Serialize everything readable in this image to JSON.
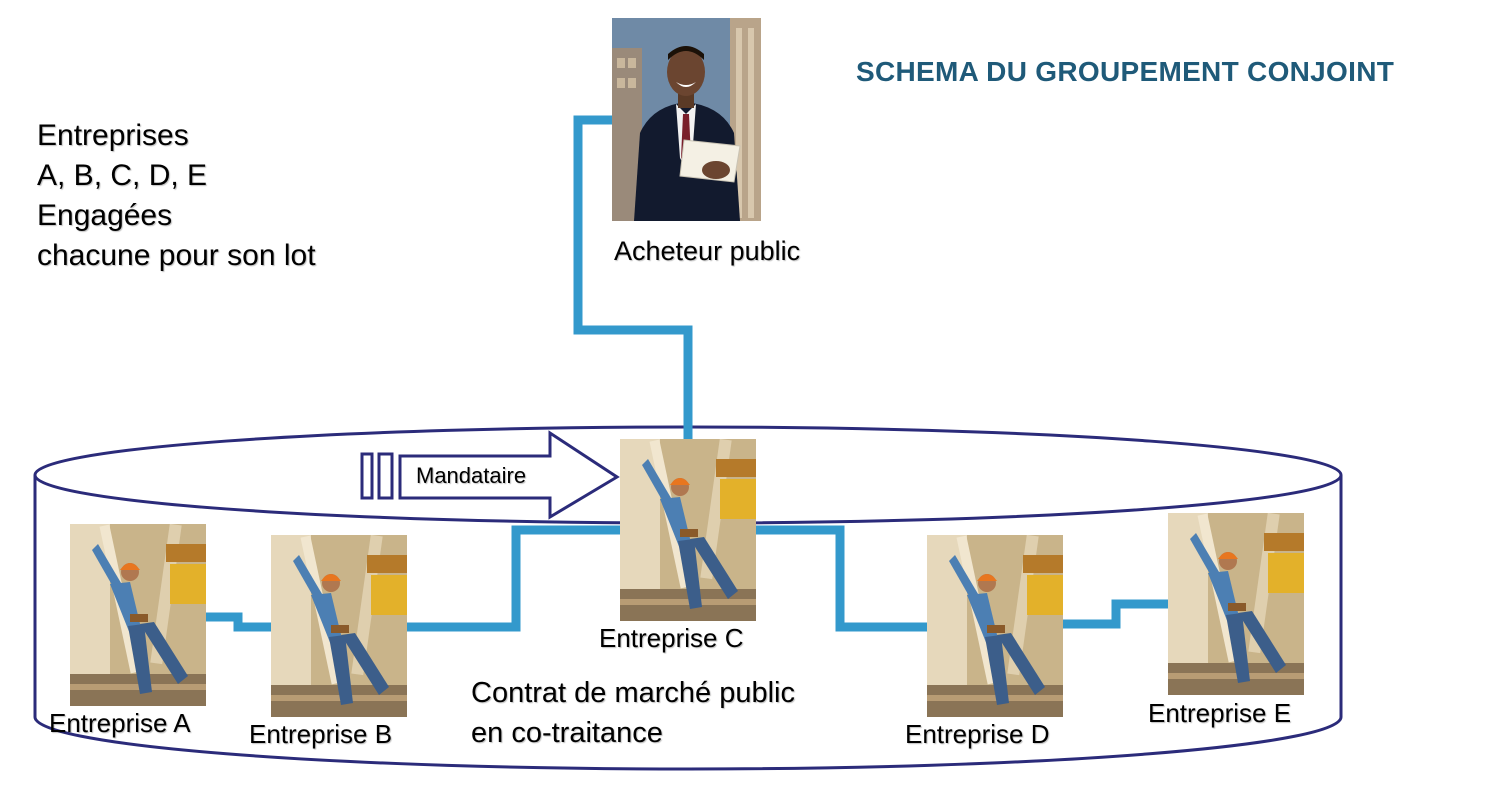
{
  "title": "SCHEMA DU GROUPEMENT CONJOINT",
  "intro_lines": [
    "Entreprises",
    "A, B, C, D, E",
    "Engagées",
    "chacune pour son lot"
  ],
  "buyer": {
    "label": "Acheteur public",
    "icon": "businessman-photo"
  },
  "mandataire_label": "Mandataire",
  "enterprises": [
    {
      "id": "A",
      "label": "Entreprise A"
    },
    {
      "id": "B",
      "label": "Entreprise B"
    },
    {
      "id": "C",
      "label": "Entreprise C"
    },
    {
      "id": "D",
      "label": "Entreprise D"
    },
    {
      "id": "E",
      "label": "Entreprise E"
    }
  ],
  "contract_lines": [
    "Contrat de marché public",
    "en co-traitance"
  ],
  "colors": {
    "title": "#1f5a79",
    "connector": "#3399cc",
    "outline": "#2b2b7a"
  }
}
